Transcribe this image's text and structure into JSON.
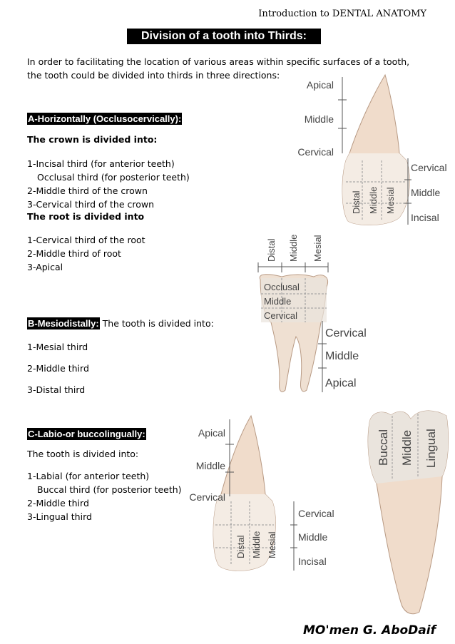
{
  "header": "Introduction to DENTAL ANATOMY",
  "title": "Division of a tooth into Thirds:",
  "intro": "In order to facilitating the location of various areas within specific surfaces of a tooth, the tooth could be divided into thirds in three directions:",
  "sectionA": {
    "heading": "A-Horizontally (Occlusocervically):",
    "crown_heading": "The crown is divided into:",
    "crown_items": [
      "1-Incisal third (for anterior teeth)",
      "Occlusal third (for posterior teeth)",
      "2-Middle third of the crown",
      "3-Cervical third of the crown"
    ],
    "root_heading": "The root is divided into",
    "root_items": [
      "1-Cervical third of the root",
      "2-Middle third of root",
      "3-Apical"
    ]
  },
  "sectionB": {
    "heading": "B-Mesiodistally:",
    "text": " The tooth is divided into:",
    "items": [
      "1-Mesial third",
      "2-Middle third",
      "3-Distal third"
    ]
  },
  "sectionC": {
    "heading": "C-Labio-or buccolingually:",
    "text": "The tooth is divided into:",
    "items": [
      "1-Labial (for anterior teeth)",
      "Buccal third (for posterior teeth)",
      "2-Middle third",
      "3-Lingual third"
    ]
  },
  "figure1": {
    "apical": "Apical",
    "middle": "Middle",
    "cervical": "Cervical",
    "distal": "Distal",
    "mid_v": "Middle",
    "mesial": "Mesial",
    "r_cervical": "Cervical",
    "r_middle": "Middle",
    "r_incisal": "Incisal"
  },
  "figure2": {
    "distal": "Distal",
    "middle": "Middle",
    "mesial": "Mesial",
    "occlusal": "Occlusal",
    "c_middle": "Middle",
    "cervical": "Cervical",
    "r_cervical": "Cervical",
    "r_middle": "Middle",
    "r_apical": "Apical"
  },
  "figure3": {
    "apical": "Apical",
    "middle": "Middle",
    "cervical": "Cervical",
    "distal": "Distal",
    "mid_v": "Middle",
    "mesial": "Mesial",
    "r_cervical": "Cervical",
    "r_middle": "Middle",
    "r_incisal": "Incisal"
  },
  "figure4": {
    "buccal": "Buccal",
    "middle": "Middle",
    "lingual": "Lingual"
  },
  "author": "MO'men G. AboDaif"
}
